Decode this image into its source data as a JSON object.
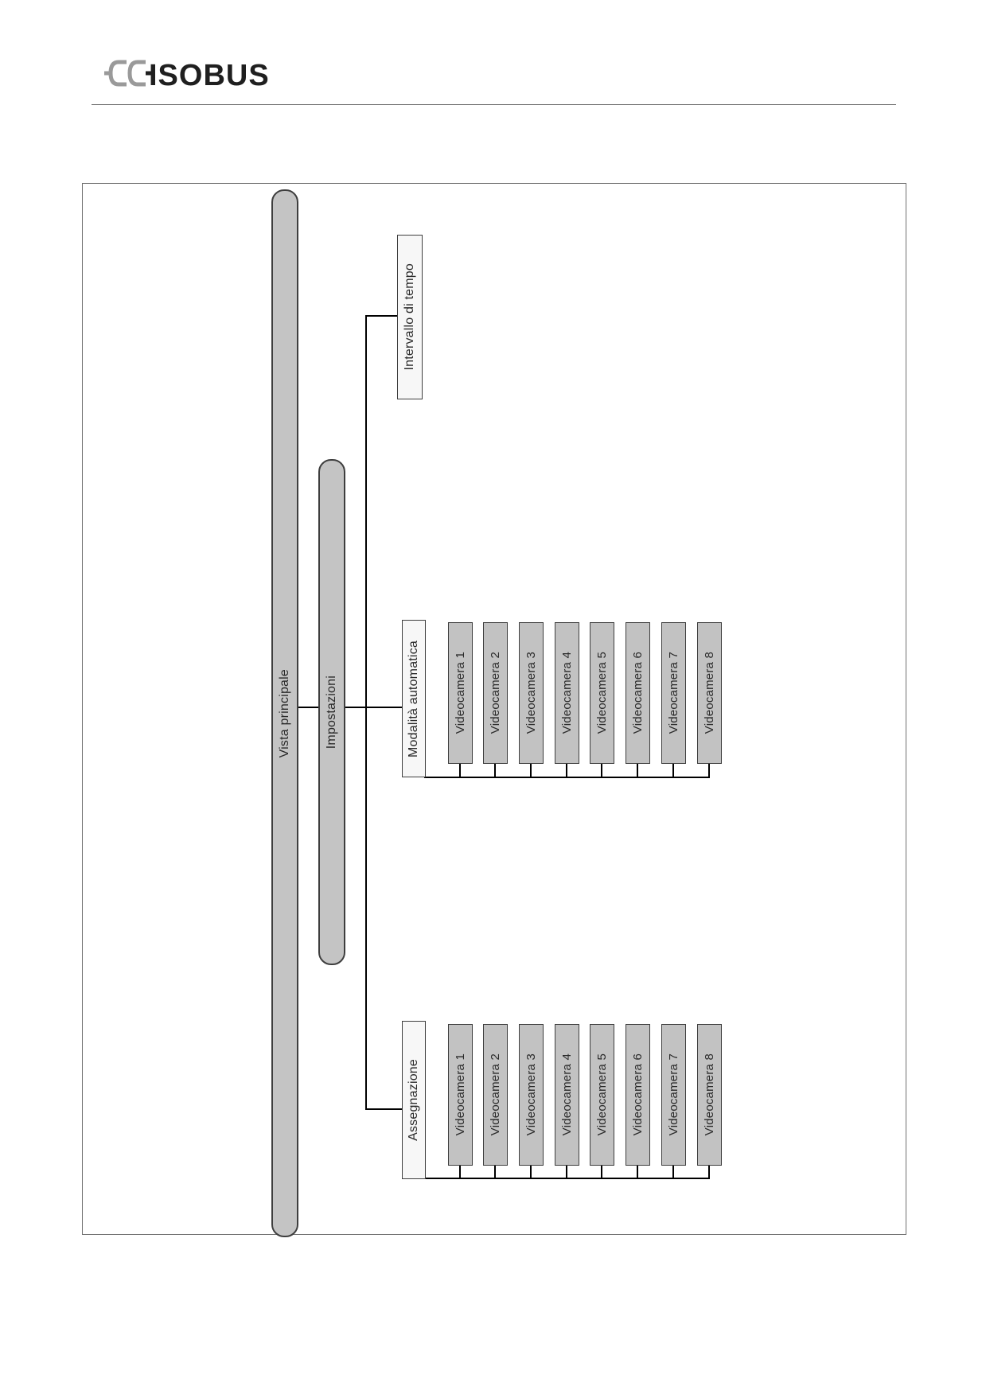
{
  "header": {
    "logo_text": "CCISOBUS"
  },
  "diagram": {
    "root": "Vista principale",
    "settings": "Impostazioni",
    "branches": {
      "interval": "Intervallo di tempo",
      "auto_mode": {
        "label": "Modalità automatica",
        "cameras": [
          "Videocamera 1",
          "Videocamera 2",
          "Videocamera 3",
          "Videocamera 4",
          "Videocamera 5",
          "Videocamera 6",
          "Videocamera 7",
          "Videocamera 8"
        ]
      },
      "assignment": {
        "label": "Assegnazione",
        "cameras": [
          "Videocamera 1",
          "Videocamera 2",
          "Videocamera 3",
          "Videocamera 4",
          "Videocamera 5",
          "Videocamera 6",
          "Videocamera 7",
          "Videocamera 8"
        ]
      }
    }
  },
  "colors": {
    "pill_fill": "#c4c4c4",
    "camera_fill": "#c2c2c2",
    "box_fill": "#f7f7f7",
    "line": "#000000",
    "logo_grey": "#9a9a9a",
    "logo_dark": "#1f1f1f"
  }
}
